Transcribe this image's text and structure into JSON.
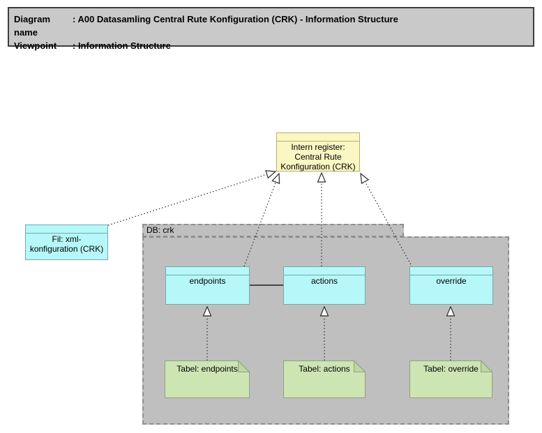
{
  "title_block": {
    "rows": [
      {
        "label": "Diagram name",
        "value": ": A00 Datasamling Central Rute Konfiguration (CRK) - Information Structure"
      },
      {
        "label": "Viewpoint",
        "value": ": Information Structure"
      }
    ]
  },
  "nodes": {
    "intern_register": {
      "label": "Intern register:\nCentral Rute\nKonfiguration (CRK)"
    },
    "fil_xml": {
      "label": "Fil: xml-\nkonfiguration (CRK)"
    },
    "db_group": {
      "label": "DB: crk"
    },
    "endpoints": {
      "label": "endpoints"
    },
    "actions": {
      "label": "actions"
    },
    "override": {
      "label": "override"
    },
    "tabel_endpoints": {
      "label": "Tabel: endpoints"
    },
    "tabel_actions": {
      "label": "Tabel: actions"
    },
    "tabel_override": {
      "label": "Tabel: override"
    }
  },
  "connections": [
    {
      "from": "Fil: xml-konfiguration (CRK)",
      "to": "Intern register: Central Rute Konfiguration (CRK)",
      "type": "realization-dotted-hollow-triangle"
    },
    {
      "from": "endpoints",
      "to": "Intern register: Central Rute Konfiguration (CRK)",
      "type": "realization-dotted-hollow-triangle"
    },
    {
      "from": "actions",
      "to": "Intern register: Central Rute Konfiguration (CRK)",
      "type": "realization-dotted-hollow-triangle"
    },
    {
      "from": "override",
      "to": "Intern register: Central Rute Konfiguration (CRK)",
      "type": "realization-dotted-hollow-triangle"
    },
    {
      "from": "Tabel: endpoints",
      "to": "endpoints",
      "type": "realization-dotted-hollow-triangle"
    },
    {
      "from": "Tabel: actions",
      "to": "actions",
      "type": "realization-dotted-hollow-triangle"
    },
    {
      "from": "Tabel: override",
      "to": "override",
      "type": "realization-dotted-hollow-triangle"
    },
    {
      "from": "endpoints",
      "to": "actions",
      "type": "association-solid"
    }
  ],
  "colors": {
    "title_fill": "#C9C9C9",
    "yellow_fill": "#FBF7C3",
    "yellow_border": "#B3AD6B",
    "cyan_fill": "#B6F8FA",
    "cyan_border": "#78A6AA",
    "green_fill": "#CCE5B2",
    "green_fold": "#BCD7A0",
    "green_border": "#90A181",
    "group_fill": "#BFBFBF",
    "group_border": "#8E8E8E",
    "line_color": "#2B2B2B"
  }
}
